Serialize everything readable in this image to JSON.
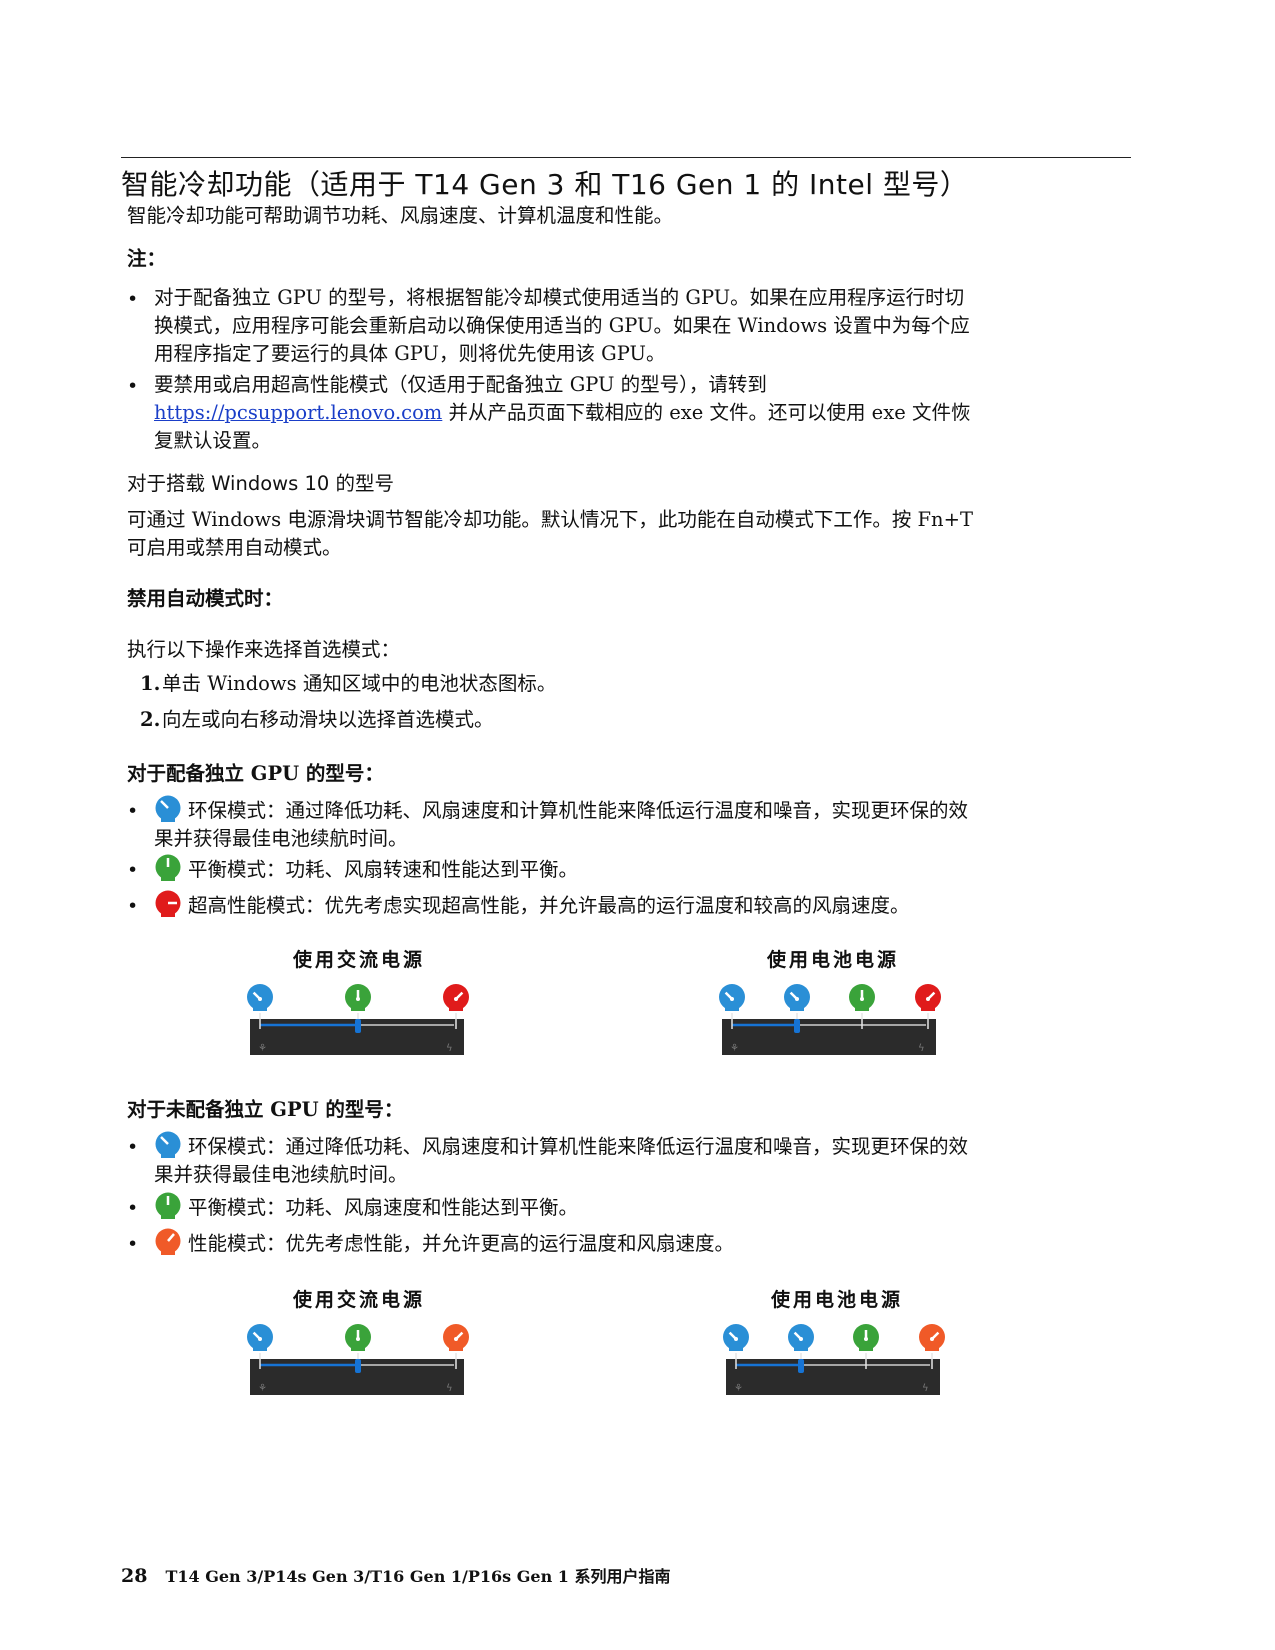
{
  "title": "智能冷却功能（适用于 T14 Gen 3 和 T16 Gen 1 的 Intel 型号）",
  "intro": "智能冷却功能可帮助调节功耗、风扇速度、计算机温度和性能。",
  "note_label": "注：",
  "notes": [
    {
      "lines": [
        "对于配备独立 GPU 的型号，将根据智能冷却模式使用适当的 GPU。如果在应用程序运行时切",
        "换模式，应用程序可能会重新启动以确保使用适当的 GPU。如果在 Windows 设置中为每个应",
        "用程序指定了要运行的具体 GPU，则将优先使用该 GPU。"
      ]
    },
    {
      "line1": "要禁用或启用超高性能模式（仅适用于配备独立 GPU 的型号），请转到",
      "link": "https://pcsupport.lenovo.com",
      "line2_rest": " 并从产品页面下载相应的 exe 文件。还可以使用 exe 文件恢",
      "line3": "复默认设置。"
    }
  ],
  "win10_heading": "对于搭载 Windows 10 的型号",
  "win10_lines": [
    "可通过 Windows 电源滑块调节智能冷却功能。默认情况下，此功能在自动模式下工作。按 Fn+T",
    "可启用或禁用自动模式。"
  ],
  "auto_off_heading": "禁用自动模式时：",
  "steps_intro": "执行以下操作来选择首选模式：",
  "steps": [
    {
      "num": "1.",
      "text": "单击 Windows 通知区域中的电池状态图标。"
    },
    {
      "num": "2.",
      "text": "向左或向右移动滑块以选择首选模式。"
    }
  ],
  "gpu_heading": "对于配备独立 GPU 的型号：",
  "gpu_modes": [
    {
      "icon": "gauge-blue-icon",
      "lines": [
        "环保模式：通过降低功耗、风扇速度和计算机性能来降低运行温度和噪音，实现更环保的效",
        "果并获得最佳电池续航时间。"
      ]
    },
    {
      "icon": "gauge-green-icon",
      "lines": [
        "平衡模式：功耗、风扇转速和性能达到平衡。"
      ]
    },
    {
      "icon": "gauge-red-icon",
      "lines": [
        "超高性能模式：优先考虑实现超高性能，并允许最高的运行温度和较高的风扇速度。"
      ]
    }
  ],
  "nogpu_heading": "对于未配备独立 GPU 的型号：",
  "nogpu_modes": [
    {
      "icon": "gauge-blue-icon",
      "lines": [
        "环保模式：通过降低功耗、风扇速度和计算机性能来降低运行温度和噪音，实现更环保的效",
        "果并获得最佳电池续航时间。"
      ]
    },
    {
      "icon": "gauge-green-icon",
      "lines": [
        "平衡模式：功耗、风扇速度和性能达到平衡。"
      ]
    },
    {
      "icon": "gauge-orange-icon",
      "lines": [
        "性能模式：优先考虑性能，并允许更高的运行温度和风扇速度。"
      ]
    }
  ],
  "captions": {
    "ac": "使用交流电源",
    "battery": "使用电池电源"
  },
  "colors": {
    "blue": "#2a8fd6",
    "green": "#3aa33a",
    "red": "#e01b1b",
    "orange": "#f05a28",
    "slider_bg": "#2b2b2b",
    "accent": "#1673d4"
  },
  "footer": {
    "page": "28",
    "text": "T14 Gen 3/P14s Gen 3/T16 Gen 1/P16s Gen 1 系列用户指南"
  }
}
